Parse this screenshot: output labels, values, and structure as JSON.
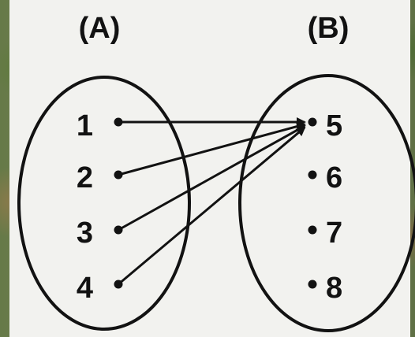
{
  "diagram": {
    "set_a": {
      "label": "(A)",
      "elements": [
        "1",
        "2",
        "3",
        "4"
      ]
    },
    "set_b": {
      "label": "(B)",
      "elements": [
        "5",
        "6",
        "7",
        "8"
      ]
    },
    "mapping": [
      {
        "from": "1",
        "to": "5"
      },
      {
        "from": "2",
        "to": "5"
      },
      {
        "from": "3",
        "to": "5"
      },
      {
        "from": "4",
        "to": "5"
      }
    ],
    "colors": {
      "ink": "#121212",
      "paper": "#f2f2ef"
    }
  }
}
